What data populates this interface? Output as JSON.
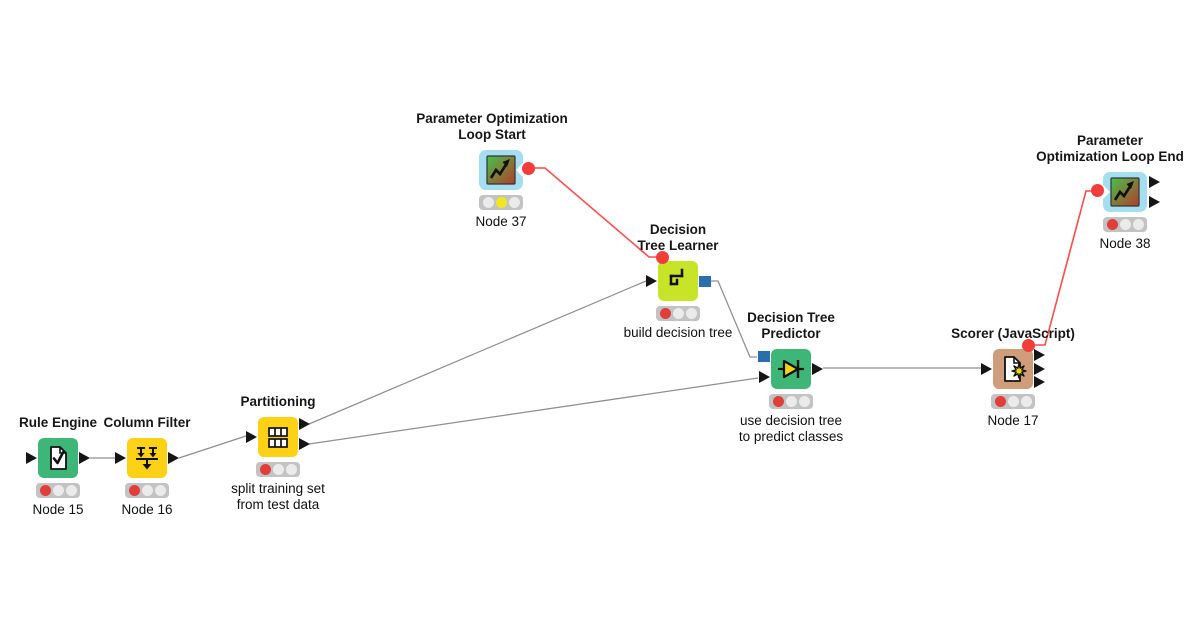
{
  "workflow": {
    "application": "KNIME workflow editor canvas",
    "nodes": [
      {
        "label": "Rule Engine",
        "caption": "Node 15",
        "lights": "red"
      },
      {
        "label": "Column Filter",
        "caption": "Node 16",
        "lights": "red"
      },
      {
        "label": "Partitioning",
        "caption": "split training set\nfrom test data",
        "lights": "red"
      },
      {
        "label": "Parameter Optimization\nLoop Start",
        "caption": "Node 37",
        "lights": "yellow"
      },
      {
        "label": "Decision\nTree Learner",
        "caption": "build decision tree",
        "lights": "red"
      },
      {
        "label": "Decision Tree\nPredictor",
        "caption": "use decision tree\nto predict classes",
        "lights": "red"
      },
      {
        "label": "Scorer (JavaScript)",
        "caption": "Node 17",
        "lights": "red"
      },
      {
        "label": "Parameter\nOptimization Loop End",
        "caption": "Node 38",
        "lights": "red"
      }
    ],
    "connections": [
      {
        "from": "Rule Engine",
        "to": "Column Filter",
        "type": "data"
      },
      {
        "from": "Column Filter",
        "to": "Partitioning",
        "type": "data"
      },
      {
        "from": "Partitioning (top)",
        "to": "Decision Tree Learner",
        "type": "data"
      },
      {
        "from": "Partitioning (bottom)",
        "to": "Decision Tree Predictor",
        "type": "data"
      },
      {
        "from": "Decision Tree Learner",
        "to": "Decision Tree Predictor",
        "type": "model"
      },
      {
        "from": "Decision Tree Predictor",
        "to": "Scorer (JavaScript)",
        "type": "data"
      },
      {
        "from": "Parameter Optimization Loop Start",
        "to": "Decision Tree Learner",
        "type": "flow-variable"
      },
      {
        "from": "Scorer (JavaScript)",
        "to": "Parameter Optimization Loop End",
        "type": "flow-variable"
      }
    ],
    "colors": {
      "node_green": "#3eb678",
      "node_yellow": "#fcd116",
      "node_lime": "#c8e428",
      "node_tan": "#cf9d7c",
      "loop_node_blue": "#a4def0",
      "data_wire_gray": "#8f8f8f",
      "flow_wire_red": "#fb4b4b",
      "flow_port_red": "#f23e3a",
      "model_port_blue": "#2a6fad",
      "status_red": "#e03e3a",
      "status_yellow": "#f2e522"
    }
  }
}
